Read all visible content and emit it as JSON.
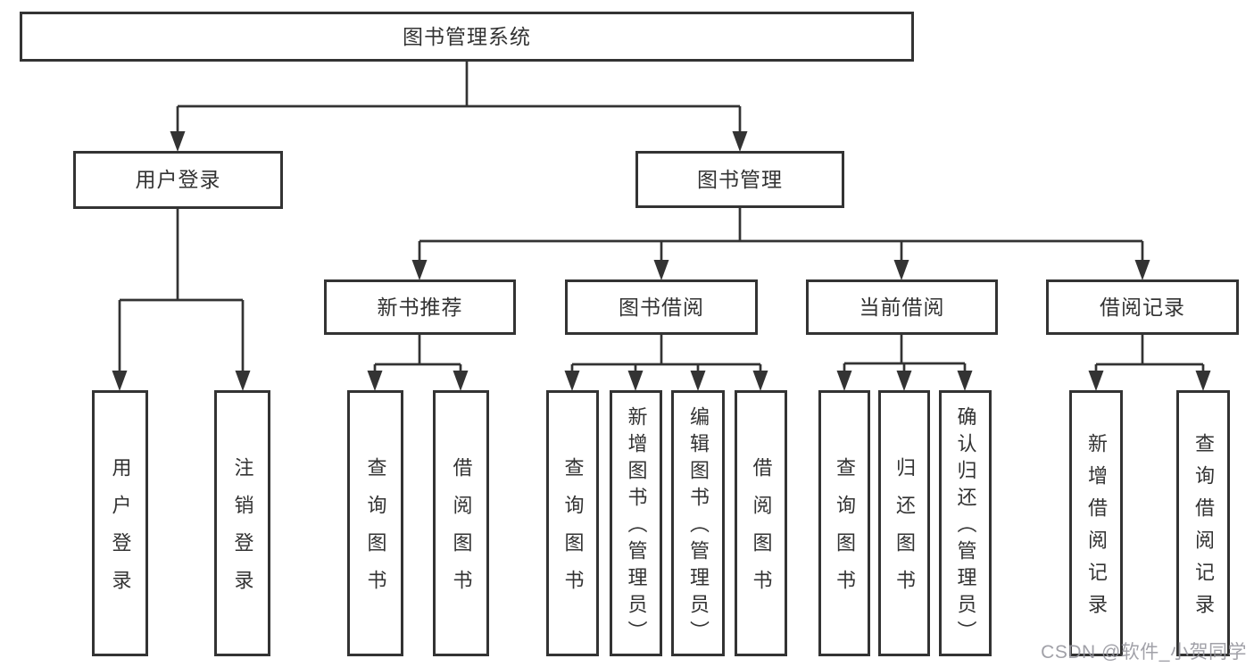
{
  "tree": {
    "root": {
      "label": "图书管理系统",
      "children": [
        {
          "label": "用户登录",
          "children": [
            {
              "label": "用户登录"
            },
            {
              "label": "注销登录"
            }
          ]
        },
        {
          "label": "图书管理",
          "children": [
            {
              "label": "新书推荐",
              "children": [
                {
                  "label": "查询图书"
                },
                {
                  "label": "借阅图书"
                }
              ]
            },
            {
              "label": "图书借阅",
              "children": [
                {
                  "label": "查询图书"
                },
                {
                  "label": "新增图书（管理员）"
                },
                {
                  "label": "编辑图书（管理员）"
                },
                {
                  "label": "借阅图书"
                }
              ]
            },
            {
              "label": "当前借阅",
              "children": [
                {
                  "label": "查询图书"
                },
                {
                  "label": "归还图书"
                },
                {
                  "label": "确认归还（管理员）"
                }
              ]
            },
            {
              "label": "借阅记录",
              "children": [
                {
                  "label": "新增借阅记录"
                },
                {
                  "label": "查询借阅记录"
                }
              ]
            }
          ]
        }
      ]
    }
  },
  "watermark": {
    "text": "CSDN @软件_小贺同学"
  },
  "colors": {
    "line": "#333333",
    "box_border": "#333333",
    "box_background": "#ffffff",
    "text": "#333333",
    "watermark": "#94949c"
  }
}
